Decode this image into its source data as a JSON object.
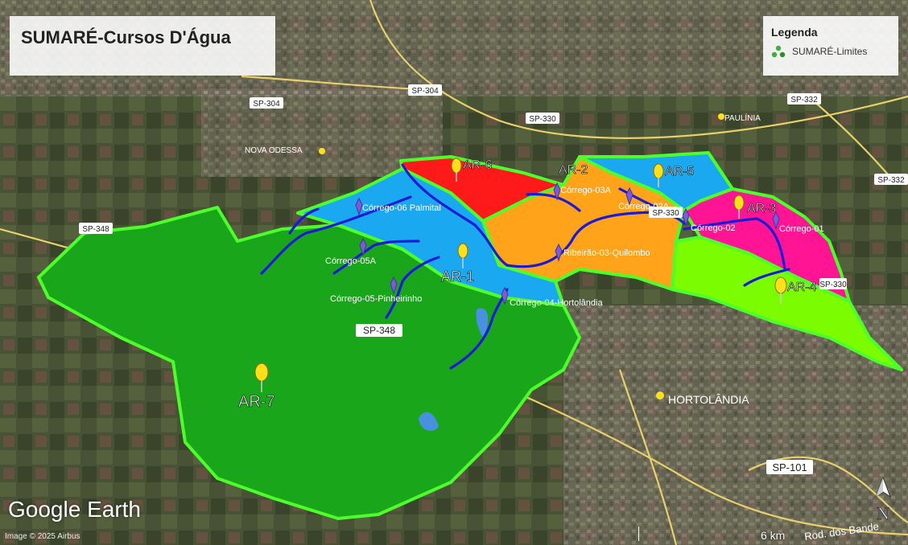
{
  "title": "SUMARÉ-Cursos D'Água",
  "legend": {
    "heading": "Legenda",
    "items": [
      {
        "label": "SUMARÉ-Limites",
        "color": "#3cb043"
      }
    ]
  },
  "branding": {
    "logo": "Google Earth",
    "credit": "Image © 2025 Airbus"
  },
  "scale": {
    "label": "6 km"
  },
  "compass": {
    "label": "N"
  },
  "regions": [
    {
      "id": "AR-1",
      "label": "AR-1",
      "color": "#1aa8f0"
    },
    {
      "id": "AR-2",
      "label": "AR-2",
      "color": "#ffa31a"
    },
    {
      "id": "AR-3",
      "label": "AR-3",
      "color": "#ff1493"
    },
    {
      "id": "AR-4",
      "label": "AR-4",
      "color": "#7cfc00"
    },
    {
      "id": "AR-5",
      "label": "AR-5",
      "color": "#1aa8f0"
    },
    {
      "id": "AR-6",
      "label": "AR-6",
      "color": "#ff1a1a"
    },
    {
      "id": "AR-7",
      "label": "AR-7",
      "color": "#1aa61a"
    }
  ],
  "streams": [
    "Córrego-06 Palmital",
    "Córrego-05A",
    "Córrego-05-Pinheirinho",
    "Córrego-04-Hortolândia",
    "Ribeirão-03-Quilombo",
    "Córrego-03A",
    "Córrego-02A",
    "Córrego-02",
    "Córrego-01"
  ],
  "places": [
    "NOVA ODESSA",
    "PAULÍNIA",
    "HORTOLÂNDIA"
  ],
  "roads": [
    "SP-348",
    "SP-348",
    "SP-304",
    "SP-304",
    "SP-330",
    "SP-330",
    "SP-330",
    "SP-332",
    "SP-332",
    "SP-101",
    "Rod. dos Bande"
  ],
  "colors": {
    "boundary": "#4cff2a",
    "river": "#1a1ad8",
    "pin": "#ffe01a"
  }
}
